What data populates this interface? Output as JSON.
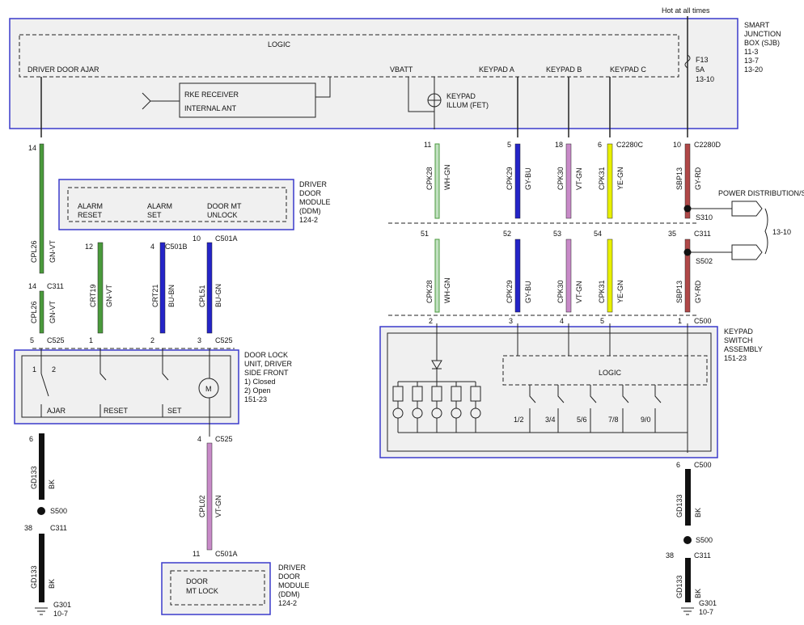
{
  "top": {
    "hot": "Hot at all times"
  },
  "sjb": {
    "title": [
      "SMART",
      "JUNCTION",
      "BOX (SJB)"
    ],
    "refs": [
      "11-3",
      "13-7",
      "13-20"
    ],
    "logic": "LOGIC",
    "driver_door_ajar": "DRIVER DOOR AJAR",
    "rke": [
      "RKE RECEIVER",
      "INTERNAL ANT"
    ],
    "vbatt": "VBATT",
    "keypad_illum": [
      "KEYPAD",
      "ILLUM (FET)"
    ],
    "keypad_a": "KEYPAD A",
    "keypad_b": "KEYPAD B",
    "keypad_c": "KEYPAD C",
    "fuse": [
      "F13",
      "5A",
      "13-10"
    ]
  },
  "ddm_top": {
    "title": [
      "DRIVER",
      "DOOR",
      "MODULE",
      "(DDM)",
      "124-2"
    ],
    "alarm_reset": [
      "ALARM",
      "RESET"
    ],
    "alarm_set": [
      "ALARM",
      "SET"
    ],
    "door_mt_unlock": [
      "DOOR MT",
      "UNLOCK"
    ]
  },
  "door_lock": {
    "title": [
      "DOOR LOCK",
      "UNIT, DRIVER",
      "SIDE FRONT",
      "1) Closed",
      "2) Open",
      "151-23"
    ],
    "ajar": "AJAR",
    "reset": "RESET",
    "set": "SET",
    "motor": "M",
    "sw1": "1",
    "sw2": "2"
  },
  "ddm_bottom": {
    "title": [
      "DRIVER",
      "DOOR",
      "MODULE",
      "(DDM)",
      "124-2"
    ],
    "label": [
      "DOOR",
      "MT LOCK"
    ]
  },
  "keypad": {
    "title": [
      "KEYPAD",
      "SWITCH",
      "ASSEMBLY",
      "151-23"
    ],
    "logic": "LOGIC",
    "buttons": [
      "1/2",
      "3/4",
      "5/6",
      "7/8",
      "9/0"
    ]
  },
  "power_dist": {
    "title": "POWER DISTRIBUTION/SJB",
    "ref": "13-10"
  },
  "wires": {
    "cpl26": "CPL26",
    "gn_vt": "GN-VT",
    "crt19": "CRT19",
    "crt21": "CRT21",
    "bu_bn": "BU-BN",
    "cpl51": "CPL51",
    "bu_gn": "BU-GN",
    "gd133": "GD133",
    "bk": "BK",
    "cpl02": "CPL02",
    "vt_gn": "VT-GN",
    "cpk28": "CPK28",
    "wh_gn": "WH-GN",
    "cpk29": "CPK29",
    "gy_bu": "GY-BU",
    "cpk30": "CPK30",
    "cpk31": "CPK31",
    "ye_gn": "YE-GN",
    "sbp13": "SBP13",
    "gy_rd": "GY-RD"
  },
  "pins": {
    "p14a": "14",
    "p14b": "14",
    "c311a": "C311",
    "p5a": "5",
    "c525a": "C525",
    "p12": "12",
    "p4": "4",
    "c501b": "C501B",
    "p10a": "10",
    "c501a_a": "C501A",
    "p1a": "1",
    "p2a": "2",
    "p3a": "3",
    "c525b": "C525",
    "p6a": "6",
    "s500a": "S500",
    "p38a": "38",
    "c311b": "C311",
    "g301a": "G301",
    "ref107a": "10-7",
    "p4b": "4",
    "c525c": "C525",
    "p11b": "11",
    "c501a_b": "C501A",
    "p11": "11",
    "p5k": "5",
    "p18": "18",
    "p6k": "6",
    "c2280c": "C2280C",
    "p10k": "10",
    "c2280d": "C2280D",
    "s310": "S310",
    "p35": "35",
    "c311c": "C311",
    "s502": "S502",
    "p51": "51",
    "p52": "52",
    "p53": "53",
    "p54": "54",
    "q2": "2",
    "q3": "3",
    "q4": "4",
    "q5": "5",
    "q1": "1",
    "c500a": "C500",
    "p6c": "6",
    "c500b": "C500",
    "s500b": "S500",
    "p38b": "38",
    "c311d": "C311",
    "g301b": "G301",
    "ref107b": "10-7"
  },
  "colors": {
    "box_border": "#3a3acb",
    "box_fill": "#f0f0f0",
    "green": "#4a9a3c",
    "blue": "#2424c8",
    "violet": "#c88ac8",
    "yellow": "#e8f000",
    "red_gy": "#b04848",
    "black": "#111111"
  }
}
